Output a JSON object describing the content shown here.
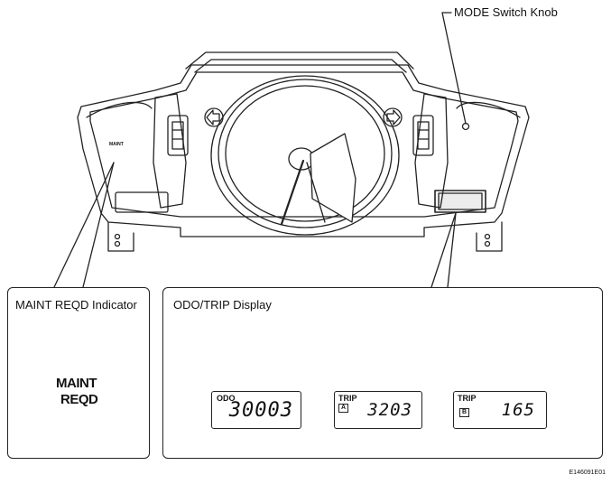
{
  "callouts": {
    "mode_switch": "MODE Switch Knob",
    "maint_indicator": "MAINT REQD Indicator",
    "odo_trip": "ODO/TRIP Display"
  },
  "cluster": {
    "maint_tiny_label": "MAINT"
  },
  "maint_lamp": {
    "line1": "MAINT",
    "line2": "REQD"
  },
  "displays": [
    {
      "label": "ODO",
      "sub": "",
      "value": "30003"
    },
    {
      "label": "TRIP",
      "sub": "A",
      "value": "3203"
    },
    {
      "label": "TRIP",
      "sub": "B",
      "value": "165"
    }
  ],
  "figure_id": "E146091E01"
}
